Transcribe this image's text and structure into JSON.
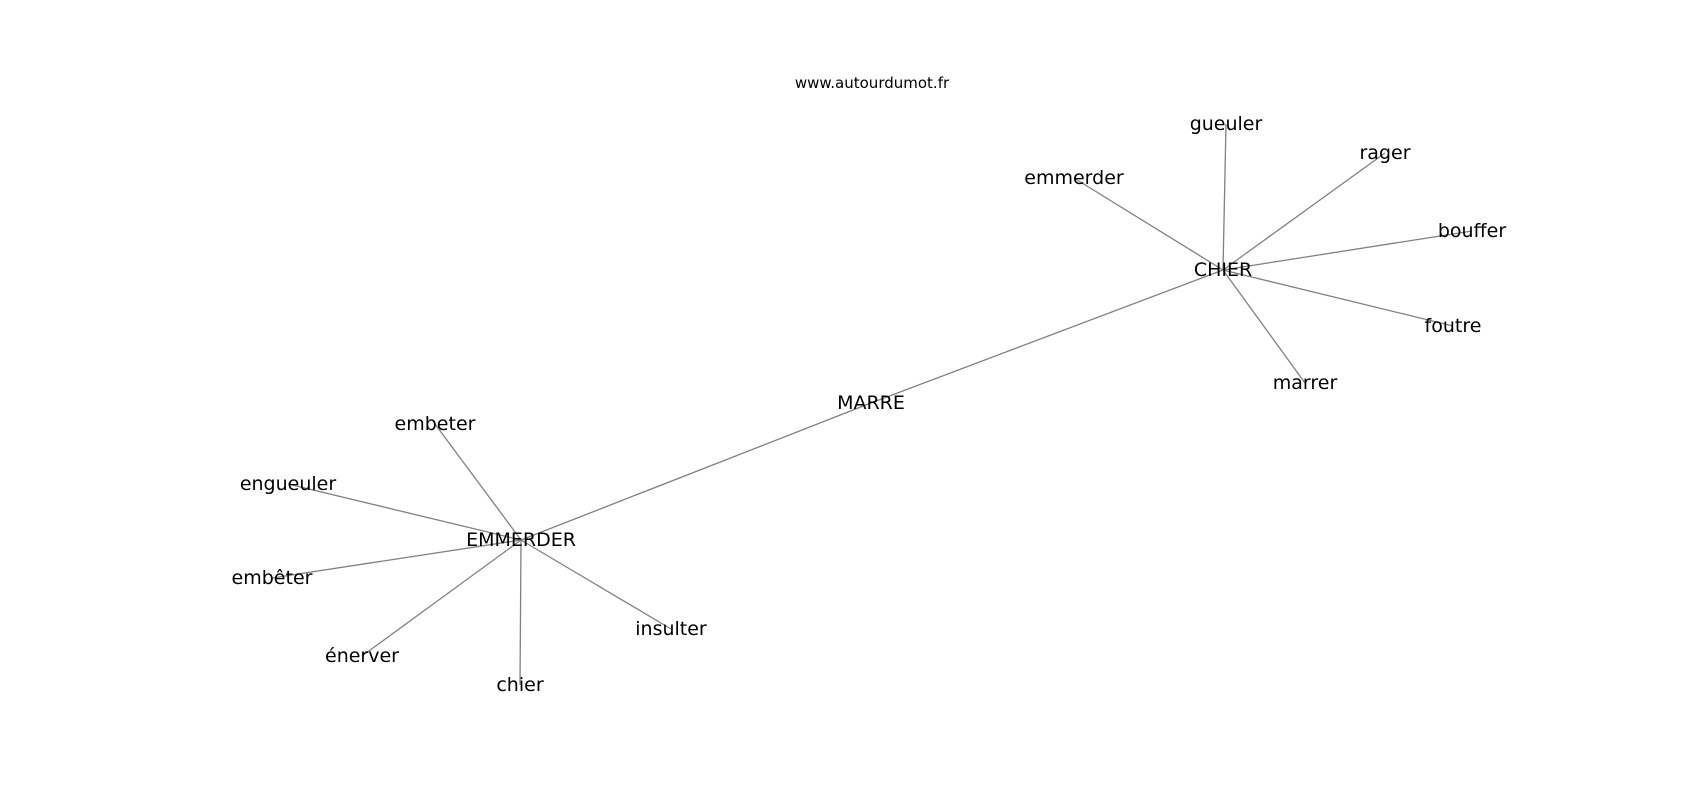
{
  "watermark": "www.autourdumot.fr",
  "colors": {
    "edge": "#808080",
    "text": "#000000",
    "background": "#ffffff"
  },
  "graph": {
    "nodes": [
      {
        "id": "marre",
        "label": "MARRE"
      },
      {
        "id": "chier_hub",
        "label": "CHIER"
      },
      {
        "id": "emmerder_hub",
        "label": "EMMERDER"
      },
      {
        "id": "gueuler",
        "label": "gueuler"
      },
      {
        "id": "rager",
        "label": "rager"
      },
      {
        "id": "emmerder",
        "label": "emmerder"
      },
      {
        "id": "bouffer",
        "label": "bouffer"
      },
      {
        "id": "foutre",
        "label": "foutre"
      },
      {
        "id": "marrer",
        "label": "marrer"
      },
      {
        "id": "embeter",
        "label": "embeter"
      },
      {
        "id": "engueuler",
        "label": "engueuler"
      },
      {
        "id": "embeter_accent",
        "label": "embêter"
      },
      {
        "id": "enerver",
        "label": "énerver"
      },
      {
        "id": "chier",
        "label": "chier"
      },
      {
        "id": "insulter",
        "label": "insulter"
      }
    ],
    "edges": [
      [
        "marre",
        "chier_hub"
      ],
      [
        "marre",
        "emmerder_hub"
      ],
      [
        "chier_hub",
        "gueuler"
      ],
      [
        "chier_hub",
        "rager"
      ],
      [
        "chier_hub",
        "emmerder"
      ],
      [
        "chier_hub",
        "bouffer"
      ],
      [
        "chier_hub",
        "foutre"
      ],
      [
        "chier_hub",
        "marrer"
      ],
      [
        "emmerder_hub",
        "embeter"
      ],
      [
        "emmerder_hub",
        "engueuler"
      ],
      [
        "emmerder_hub",
        "embeter_accent"
      ],
      [
        "emmerder_hub",
        "enerver"
      ],
      [
        "emmerder_hub",
        "chier"
      ],
      [
        "emmerder_hub",
        "insulter"
      ]
    ]
  }
}
